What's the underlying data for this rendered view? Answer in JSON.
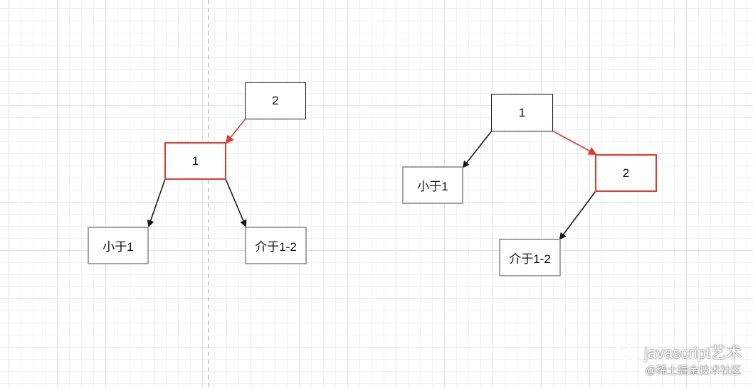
{
  "left_tree": {
    "root": "2",
    "child": "1",
    "leaf_left": "小于1",
    "leaf_right": "介于1-2"
  },
  "right_tree": {
    "root": "1",
    "child": "2",
    "leaf_left": "小于1",
    "leaf_child": "介于1-2"
  },
  "colors": {
    "highlight": "#e03a2f",
    "default": "#1a1a1a",
    "leaf_border": "#a3a3a3"
  },
  "watermark": {
    "line1": "javascript艺术",
    "line2": "@稀土掘金技术社区"
  }
}
